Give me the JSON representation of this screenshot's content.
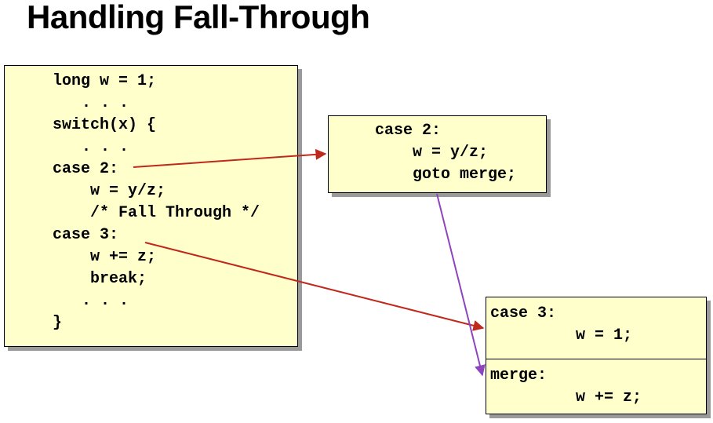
{
  "slide": {
    "title": "Handling Fall-Through"
  },
  "left_code": {
    "lines": [
      "long w = 1;",
      "  . . .",
      "switch(x) {",
      "  . . .",
      "case 2:",
      "    w = y/z;",
      "    /* Fall Through */",
      "case 3:",
      "    w += z;",
      "    break;",
      "  . . .",
      "}"
    ]
  },
  "case2_block": {
    "lines": [
      "case 2:",
      "    w = y/z;",
      "    goto merge;"
    ]
  },
  "case3_block": {
    "case_label": "case 3:",
    "case_stmt": "w = 1;",
    "merge_label": "merge:",
    "merge_stmt": "w += z;"
  },
  "colors": {
    "box_fill": "#ffffcc",
    "shadow": "#9a9a9a",
    "arrow_red": "#c0281c",
    "arrow_purple": "#8e44bd"
  }
}
